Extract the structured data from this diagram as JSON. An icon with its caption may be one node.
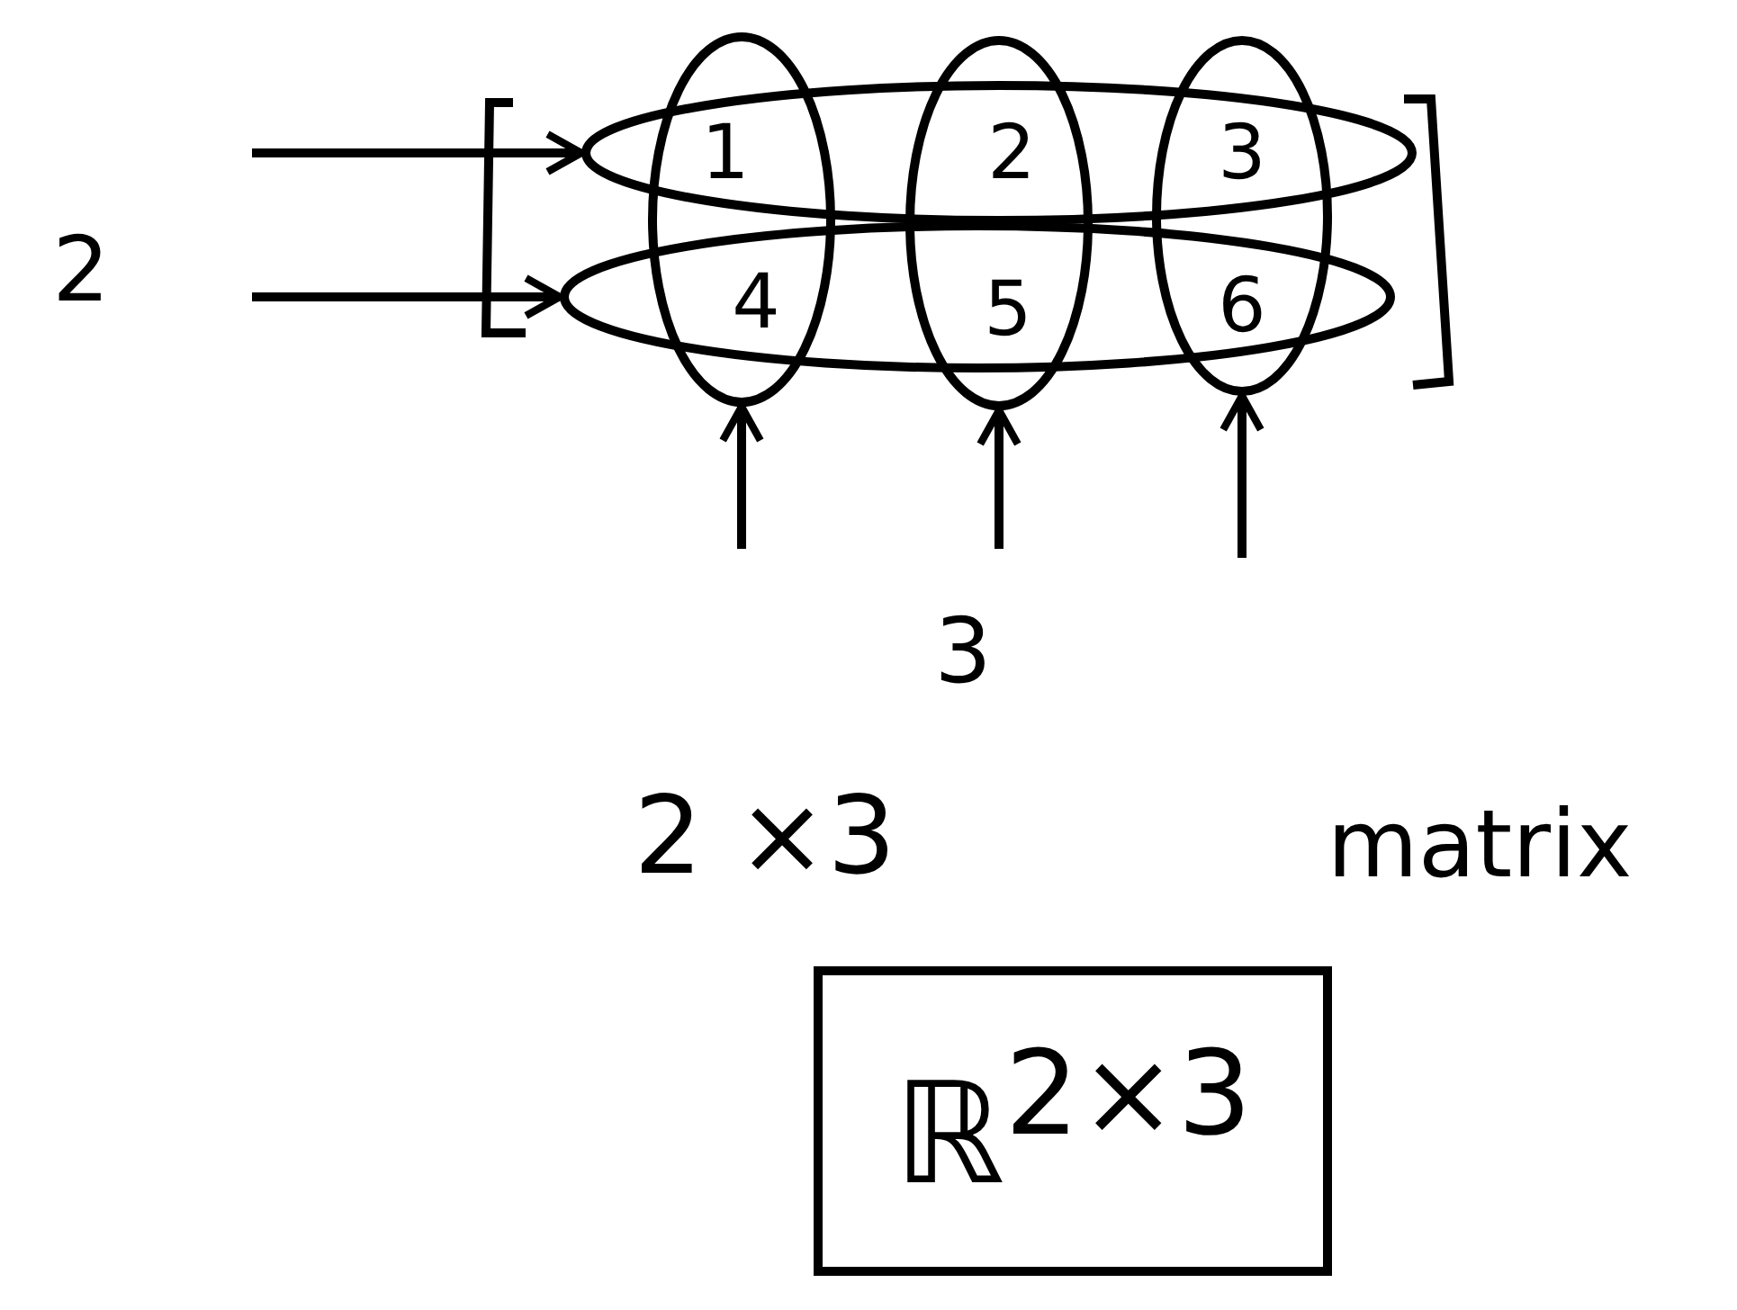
{
  "diagram": {
    "nodes": [
      {
        "text": [],
        "shape": "ellipse"
      },
      {
        "text": [],
        "shape": "ellipse"
      },
      {
        "text": [],
        "shape": "ellipse"
      },
      {
        "text": [],
        "shape": "ellipse"
      },
      {
        "text": [],
        "shape": "ellipse"
      },
      {
        "text": [
          "ℝ$^{2×3}$"
        ]
      }
    ],
    "edges": [
      {
        "from": null,
        "to": 0,
        "arrow": "to"
      },
      {
        "from": null,
        "to": 1,
        "arrow": "to"
      },
      {
        "from": null,
        "to": 2,
        "arrow": "to"
      },
      {
        "from": null,
        "to": 3,
        "arrow": "to"
      },
      {
        "from": null,
        "to": 4,
        "arrow": "to"
      }
    ],
    "labels": [
      "2",
      "1",
      "2",
      "3",
      "4",
      "5",
      "6",
      "3",
      "2 ×3",
      "matrix"
    ]
  }
}
